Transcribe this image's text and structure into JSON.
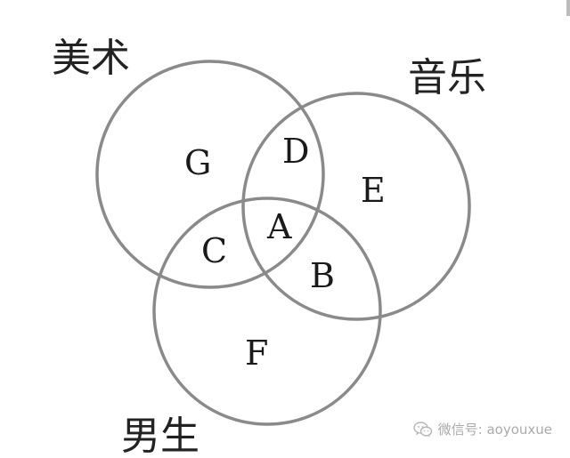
{
  "sets": {
    "art": "美术",
    "music": "音乐",
    "boys": "男生"
  },
  "regions": {
    "A": "A",
    "B": "B",
    "C": "C",
    "D": "D",
    "E": "E",
    "F": "F",
    "G": "G"
  },
  "watermark": {
    "text": "微信号: aoyouxue",
    "icon": "wechat-icon"
  },
  "colors": {
    "circle_stroke": "#8a8a8a",
    "text": "#1a1a1a",
    "watermark": "#aaaaaa"
  }
}
